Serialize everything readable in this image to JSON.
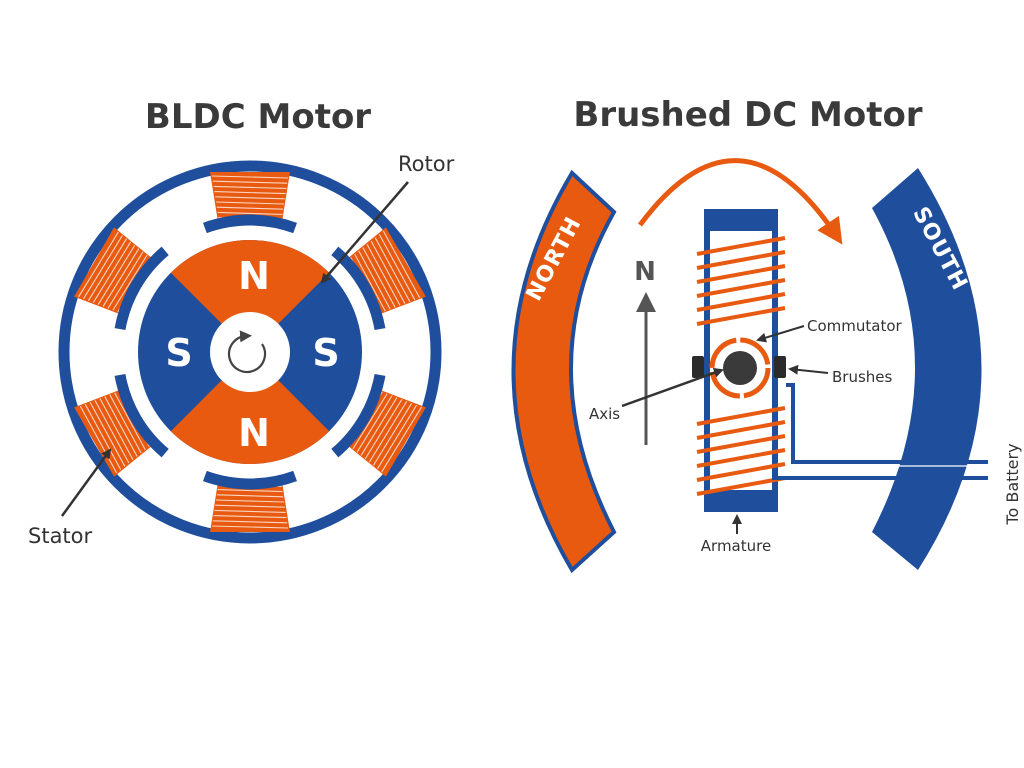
{
  "colors": {
    "blue": "#1f4e9c",
    "orange": "#e85a10",
    "white": "#ffffff",
    "dark": "#333333",
    "gray": "#555555"
  },
  "bldc": {
    "title": "BLDC Motor",
    "rotor_label": "Rotor",
    "stator_label": "Stator",
    "poles": {
      "top": "N",
      "bottom": "N",
      "left": "S",
      "right": "S"
    },
    "rotation_icon": "rotate-arrow-icon"
  },
  "brushed": {
    "title": "Brushed DC Motor",
    "north_label": "NORTH",
    "south_label": "SOUTH",
    "field_label": "N",
    "commutator_label": "Commutator",
    "brushes_label": "Brushes",
    "axis_label": "Axis",
    "armature_label": "Armature",
    "battery_label": "To Battery",
    "rotation_icon": "curved-arrow-icon"
  }
}
